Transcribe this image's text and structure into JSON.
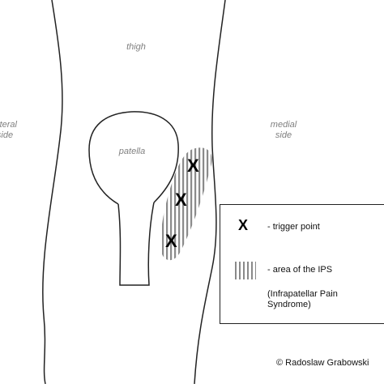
{
  "labels": {
    "thigh": "thigh",
    "lateral_line1": "lateral",
    "lateral_line2": "side",
    "medial_line1": "medial",
    "medial_line2": "side",
    "patella": "patella"
  },
  "trigger_marks": [
    "X",
    "X",
    "X"
  ],
  "legend": {
    "trigger_symbol": "X",
    "trigger_label": "- trigger point",
    "area_label": "- area of the IPS",
    "ips_line1": "(Infrapatellar Pain",
    "ips_line2": "Syndrome)"
  },
  "copyright": "© Radoslaw Grabowski"
}
